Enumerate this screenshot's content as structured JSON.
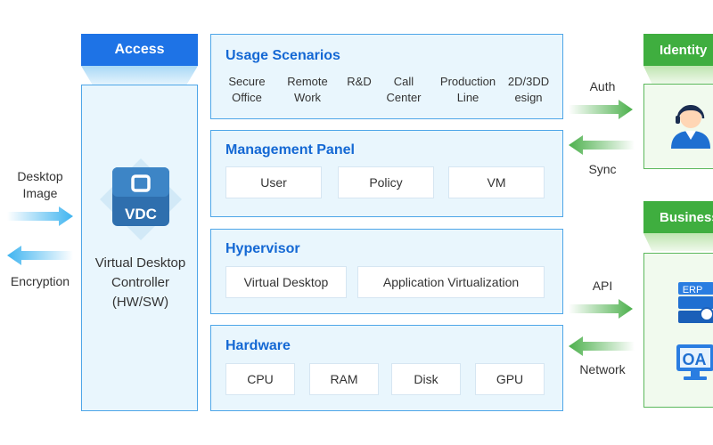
{
  "access": {
    "title": "Access",
    "vdc_badge": "VDC",
    "controller_lines": [
      "Virtual Desktop",
      "Controller",
      "(HW/SW)"
    ]
  },
  "left_labels": {
    "desktop_image_lines": [
      "Desktop",
      "Image"
    ],
    "encryption": "Encryption"
  },
  "usage": {
    "title": "Usage Scenarios",
    "items": [
      "Secure\nOffice",
      "Remote\nWork",
      "R&D",
      "Call\nCenter",
      "Production\nLine",
      "2D/3DD\nesign"
    ]
  },
  "management": {
    "title": "Management Panel",
    "items": [
      "User",
      "Policy",
      "VM"
    ]
  },
  "hypervisor": {
    "title": "Hypervisor",
    "items": [
      "Virtual Desktop",
      "Application Virtualization"
    ]
  },
  "hardware": {
    "title": "Hardware",
    "items": [
      "CPU",
      "RAM",
      "Disk",
      "GPU"
    ]
  },
  "right_labels": {
    "auth": "Auth",
    "sync": "Sync",
    "api": "API",
    "network": "Network"
  },
  "identity": {
    "title": "Identity",
    "icon": "user-icon"
  },
  "business": {
    "title": "Business",
    "erp_label": "ERP",
    "oa_label": "OA"
  },
  "colors": {
    "blue": "#1e73e6",
    "title_blue": "#1468d4",
    "panel_bg": "#e9f6fd",
    "green": "#3fae3f"
  }
}
